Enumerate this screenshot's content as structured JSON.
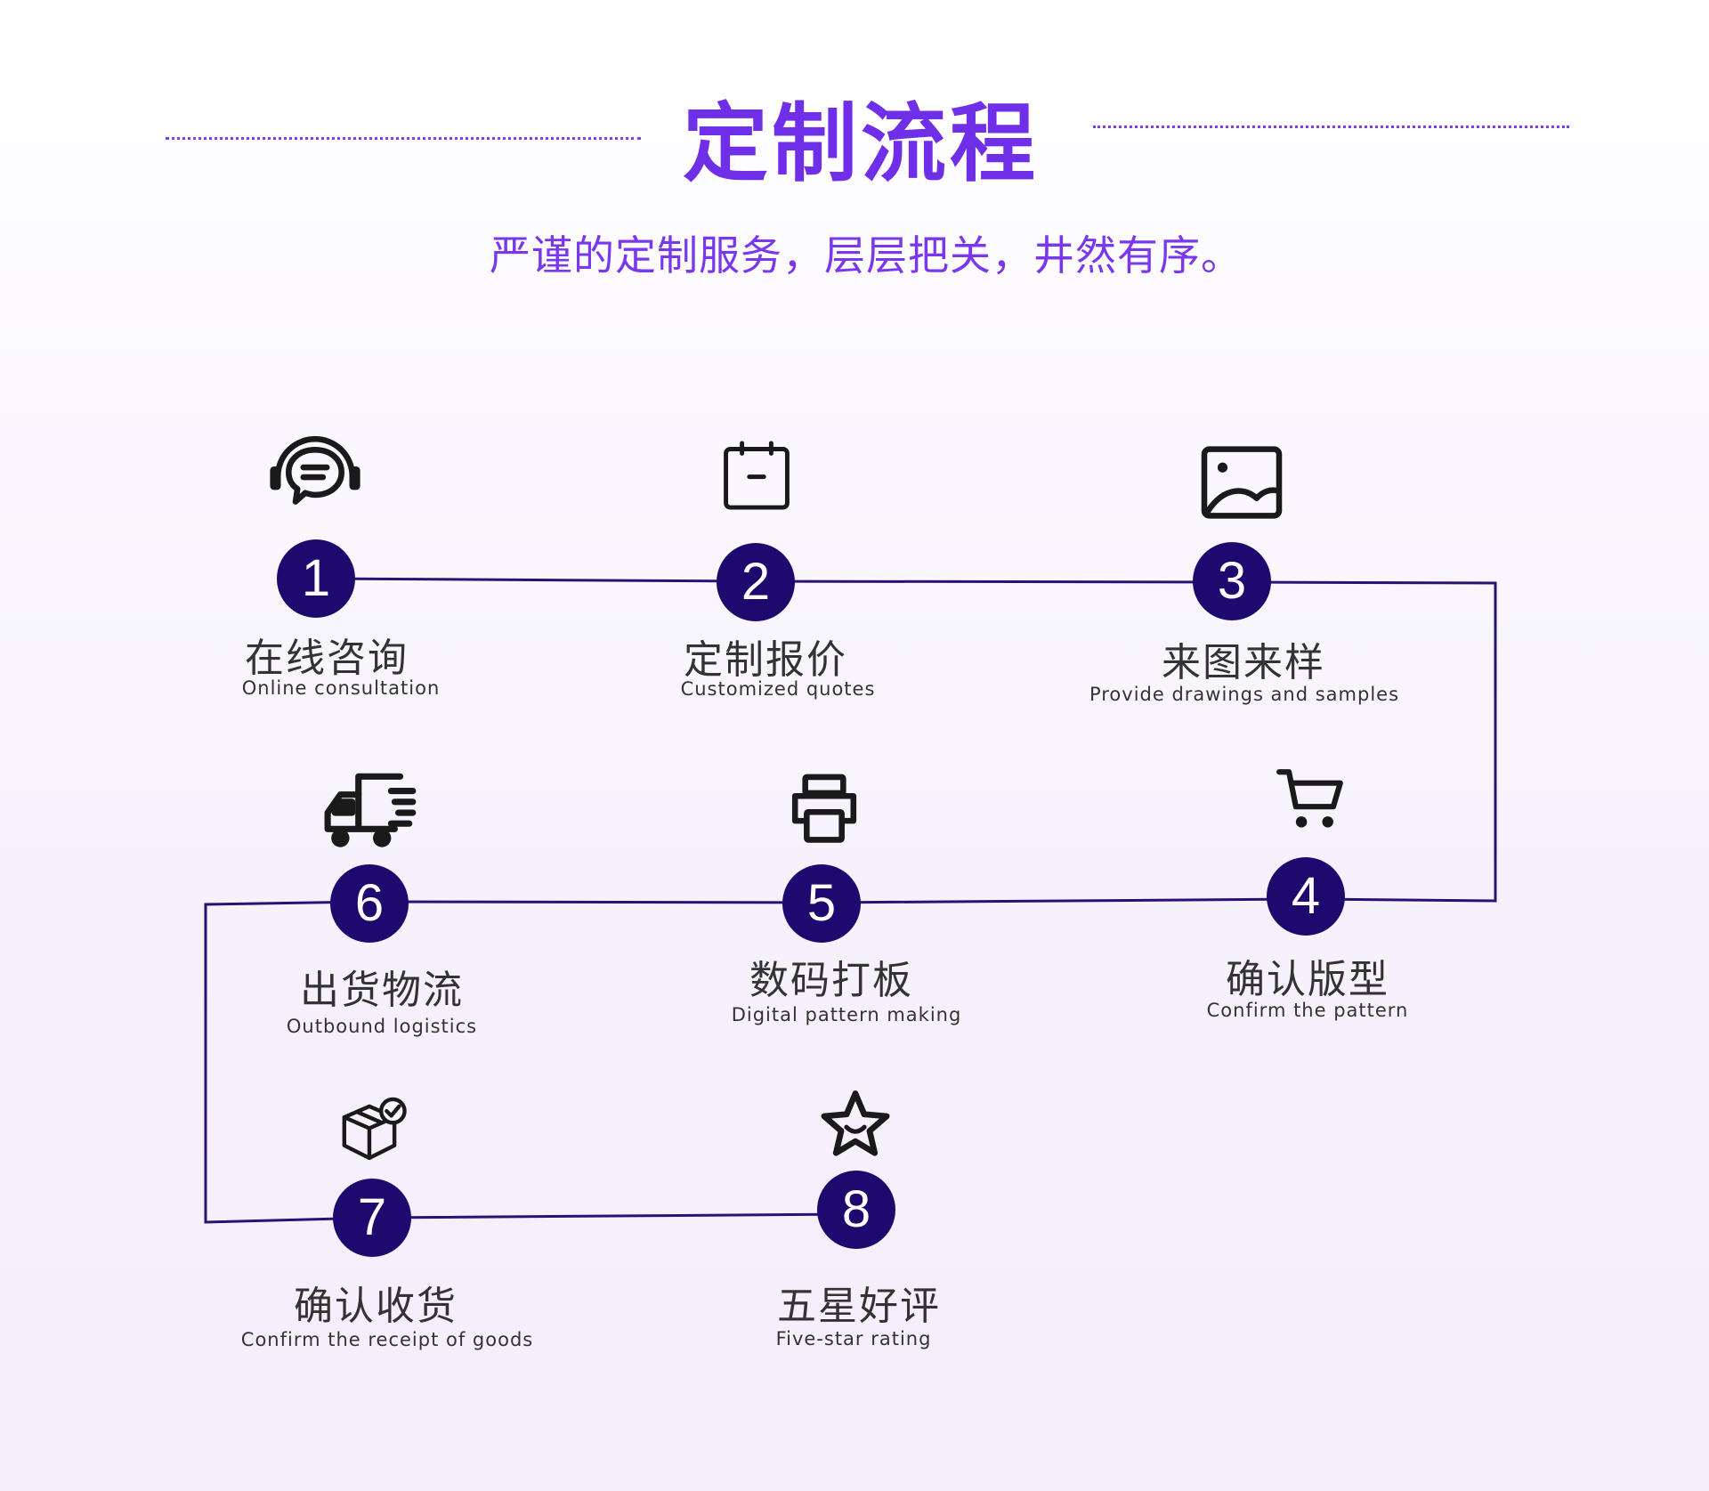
{
  "header": {
    "title": "定制流程",
    "subtitle": "严谨的定制服务，层层把关，井然有序。"
  },
  "colors": {
    "accent": "#6f2fe8",
    "circle": "#1e0a6e",
    "line": "#2b1076",
    "text": "#333333",
    "icon": "#1a1a1a"
  },
  "steps": [
    {
      "number": "1",
      "title_cn": "在线咨询",
      "title_en": "Online consultation",
      "icon": "headset-chat-icon"
    },
    {
      "number": "2",
      "title_cn": "定制报价",
      "title_en": "Customized quotes",
      "icon": "calendar-icon"
    },
    {
      "number": "3",
      "title_cn": "来图来样",
      "title_en": "Provide drawings and samples",
      "icon": "image-icon"
    },
    {
      "number": "4",
      "title_cn": "确认版型",
      "title_en": "Confirm the pattern",
      "icon": "shopping-cart-icon"
    },
    {
      "number": "5",
      "title_cn": "数码打板",
      "title_en": "Digital pattern making",
      "icon": "printer-icon"
    },
    {
      "number": "6",
      "title_cn": "出货物流",
      "title_en": "Outbound logistics",
      "icon": "truck-icon"
    },
    {
      "number": "7",
      "title_cn": "确认收货",
      "title_en": "Confirm the receipt of goods",
      "icon": "box-check-icon"
    },
    {
      "number": "8",
      "title_cn": "五星好评",
      "title_en": "Five-star rating",
      "icon": "star-smile-icon"
    }
  ]
}
